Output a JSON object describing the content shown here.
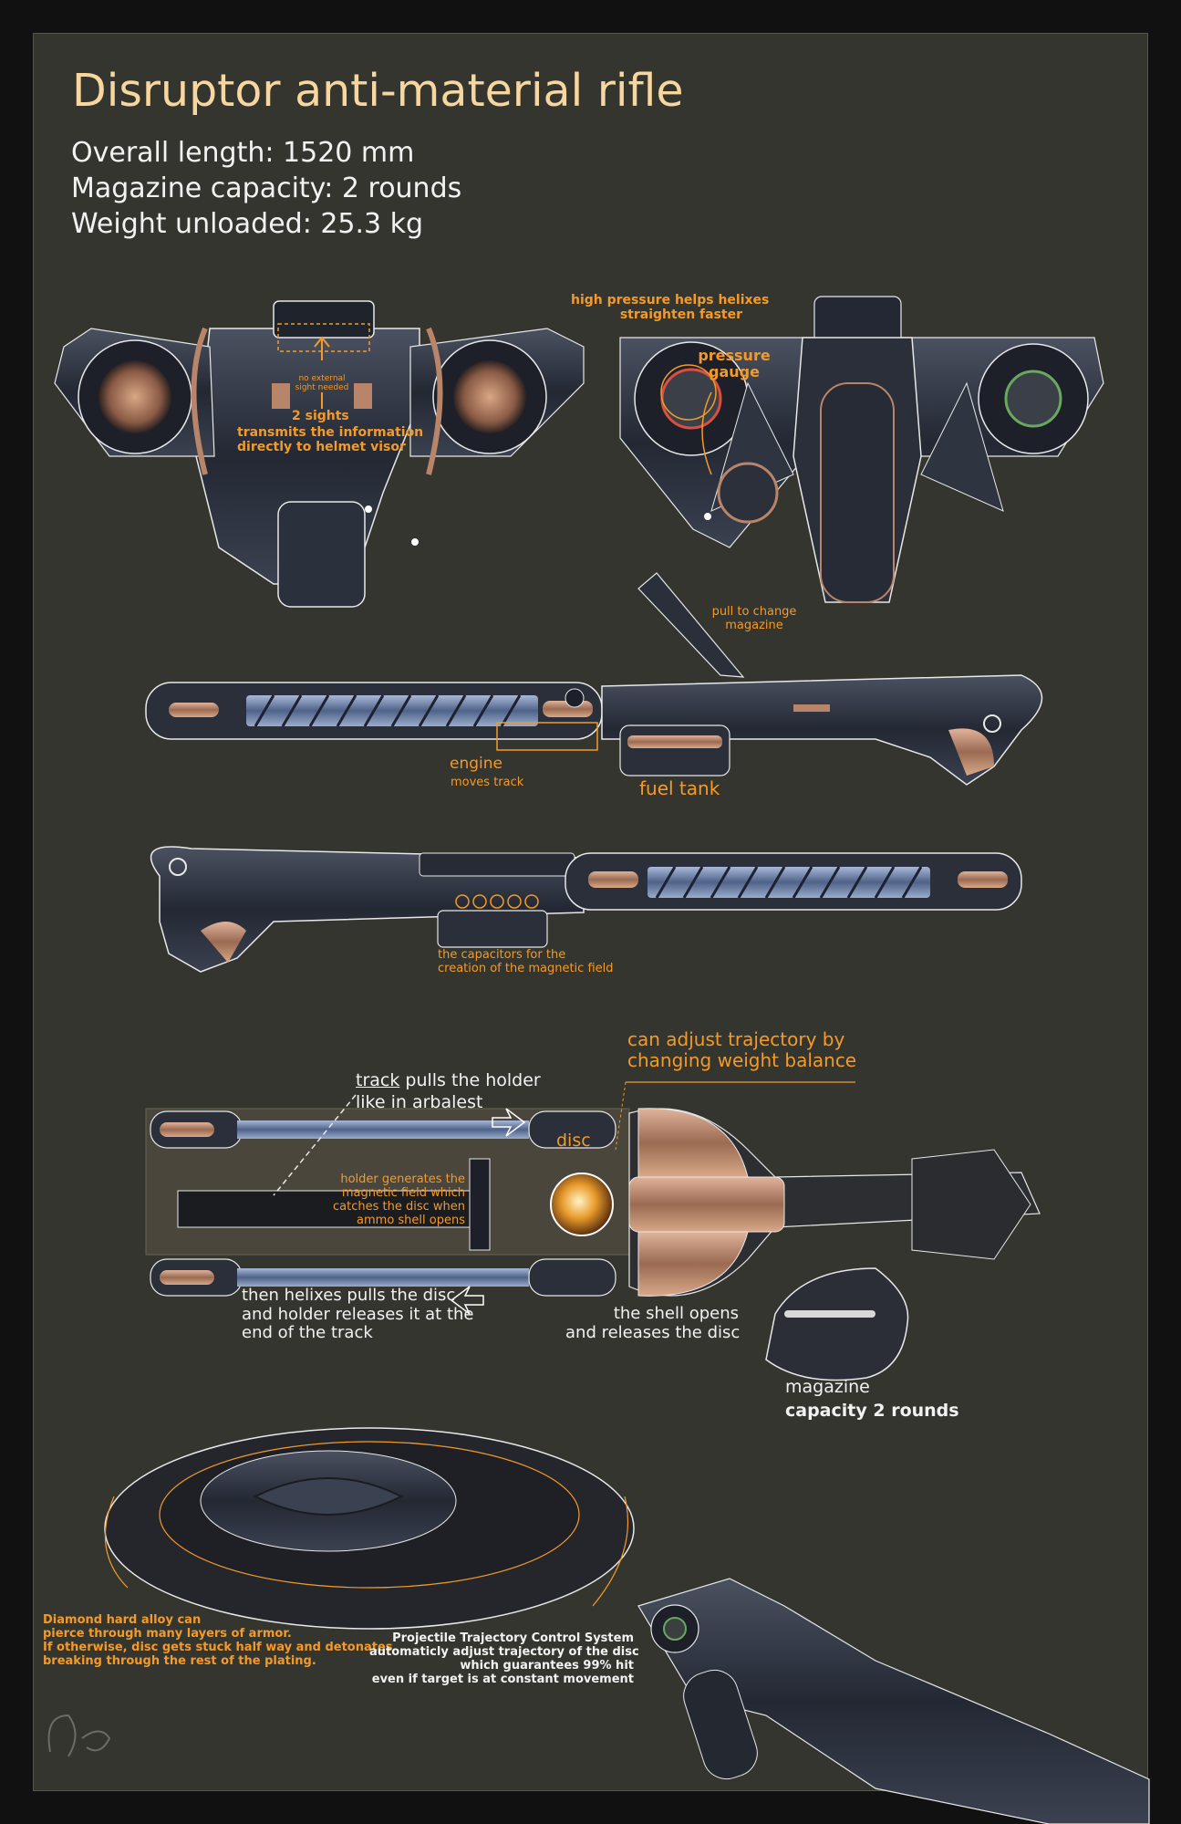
{
  "title": "Disruptor anti-material rifle",
  "specs": [
    "Overall length: 1520 mm",
    "Magazine capacity: 2 rounds",
    "Weight unloaded: 25.3 kg"
  ],
  "front_view": {
    "no_sight": [
      "no external",
      "sight needed"
    ],
    "sights": "2 sights",
    "sights_desc": [
      "transmits the information",
      "directly to helmet visor"
    ]
  },
  "rear_view": {
    "pressure_note": [
      "high pressure helps helixes",
      "straighten faster"
    ],
    "gauge": [
      "pressure",
      "gauge"
    ]
  },
  "side_view_left": {
    "magazine_pull": [
      "pull to change",
      "magazine"
    ],
    "engine": "engine",
    "engine_desc": "moves track",
    "fuel_tank": "fuel tank"
  },
  "side_view_right": {
    "capacitors": [
      "the capacitors for the",
      "creation of the magnetic field"
    ]
  },
  "mechanism": {
    "trajectory": [
      "can adjust trajectory by",
      "changing weight balance"
    ],
    "track_word": "track",
    "track_rest": " pulls the holder",
    "track_line2": "like in arbalest",
    "disc": "disc",
    "holder": [
      "holder generates the",
      "magnetic field which",
      "catches the disc when",
      "ammo shell opens"
    ],
    "helixes": [
      "then helixes pulls the disc",
      "and holder releases it at the",
      "end of the track"
    ],
    "shell": [
      "the shell opens",
      "and releases the disc"
    ],
    "magazine": "magazine",
    "magazine_cap": "capacity 2 rounds"
  },
  "disc_note": [
    "Diamond hard alloy can",
    "pierce through many layers of armor.",
    "If otherwise, disc gets stuck half way and detonates",
    "breaking through the rest of the plating."
  ],
  "ptcs": [
    "Projectile Trajectory Control System",
    "automaticly adjust trajectory of the disc",
    "which guarantees 99% hit",
    "even if target is at constant movement"
  ],
  "colors": {
    "background": "#34352f",
    "accent": "#f39a2a",
    "title": "#f8d6a0",
    "metal": "#2a2f3a",
    "copper": "#b9856a"
  }
}
